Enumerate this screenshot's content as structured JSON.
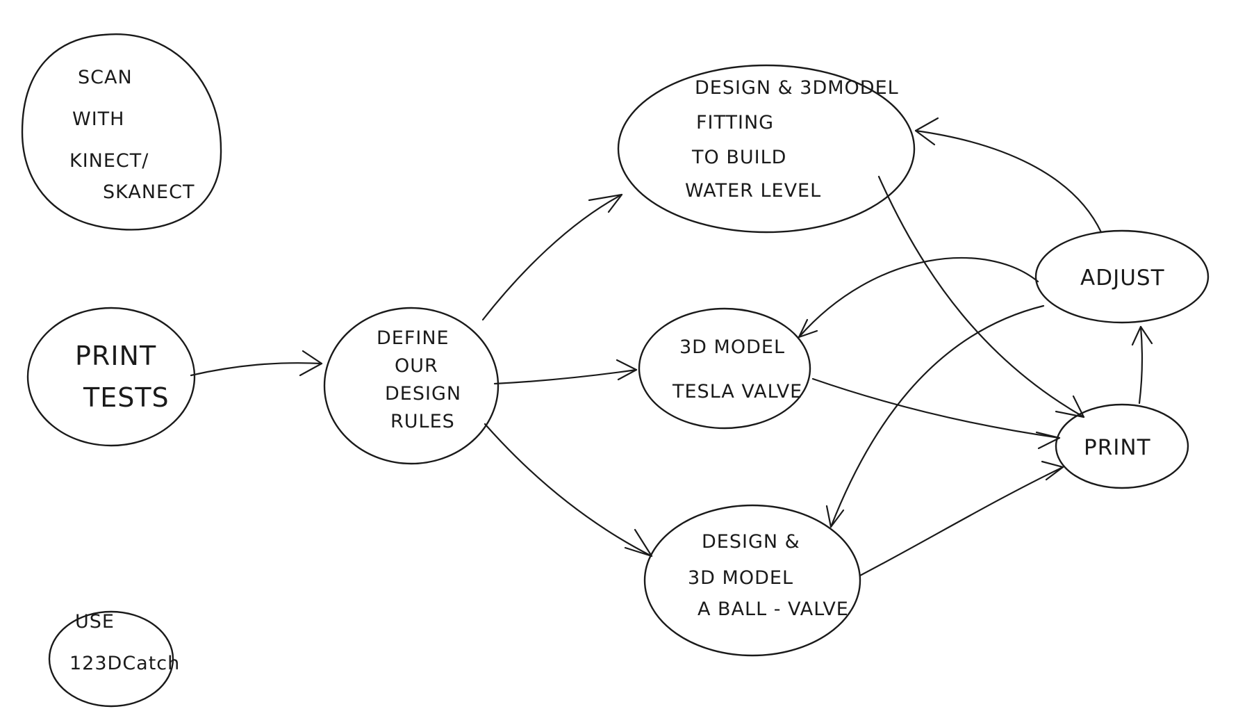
{
  "nodes": {
    "scan": {
      "lines": [
        "SCAN",
        "WITH",
        "KINECT/",
        "SKANECT"
      ]
    },
    "print_tests": {
      "lines": [
        "PRINT",
        "TESTS"
      ]
    },
    "use_123d": {
      "lines": [
        "USE",
        "123DCatch"
      ]
    },
    "define_rules": {
      "lines": [
        "DEFINE",
        "OUR",
        "DESIGN",
        "RULES"
      ]
    },
    "design_fitting": {
      "lines": [
        "DESIGN & 3DMODEL",
        "FITTING",
        "TO BUILD",
        "WATER LEVEL"
      ]
    },
    "tesla_valve": {
      "lines": [
        "3D MODEL",
        "TESLA VALVE"
      ]
    },
    "ball_valve": {
      "lines": [
        "DESIGN &",
        "3D MODEL",
        "A BALL - VALVE"
      ]
    },
    "adjust": {
      "lines": [
        "ADJUST"
      ]
    },
    "print": {
      "lines": [
        "PRINT"
      ]
    }
  },
  "edges": [
    {
      "from": "print_tests",
      "to": "define_rules"
    },
    {
      "from": "define_rules",
      "to": "design_fitting"
    },
    {
      "from": "define_rules",
      "to": "tesla_valve"
    },
    {
      "from": "define_rules",
      "to": "ball_valve"
    },
    {
      "from": "design_fitting",
      "to": "print"
    },
    {
      "from": "tesla_valve",
      "to": "print"
    },
    {
      "from": "ball_valve",
      "to": "print"
    },
    {
      "from": "print",
      "to": "adjust"
    },
    {
      "from": "adjust",
      "to": "design_fitting"
    },
    {
      "from": "adjust",
      "to": "tesla_valve"
    },
    {
      "from": "adjust",
      "to": "ball_valve"
    }
  ]
}
